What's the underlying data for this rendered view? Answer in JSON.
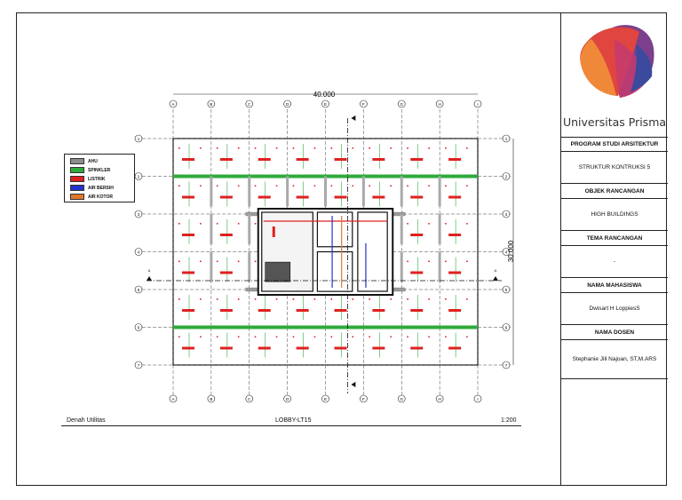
{
  "drawing": {
    "dimension_width": "40.000",
    "dimension_height": "30.000",
    "grid_columns": [
      "A",
      "B",
      "C",
      "D",
      "E",
      "F",
      "G",
      "H",
      "I"
    ],
    "grid_rows": [
      "1",
      "2",
      "3",
      "4",
      "5",
      "6",
      "7"
    ],
    "section_marker": "A"
  },
  "legend": {
    "items": [
      {
        "label": "AHU",
        "color": "#8c8c8c"
      },
      {
        "label": "SPINKLER",
        "color": "#2eaa3a"
      },
      {
        "label": "LISTRIK",
        "color": "#e02020"
      },
      {
        "label": "AIR BERSIH",
        "color": "#2233cc"
      },
      {
        "label": "AIR KOTOR",
        "color": "#e0782a"
      }
    ]
  },
  "caption": {
    "left": "Denah Utilitas",
    "center": "LOBBY-LT15",
    "right": "1:200"
  },
  "titleblock": {
    "logo_text": "Universitas Prisma",
    "program_studi": "PROGRAM STUDI ARSITEKTUR",
    "program_value": "STRUKTUR KONTRUKSI 5",
    "objek_label": "OBJEK RANCANGAN",
    "objek_value": "HIGH BUILDINGS",
    "tema_label": "TEMA RANCANGAN",
    "tema_value": "-",
    "mahasiswa_label": "NAMA MAHASISWA",
    "mahasiswa_value": "Dwisart H LoppiesS",
    "dosen_label": "NAMA DOSEN",
    "dosen_value": "Stephanie Jill Najoan, ST,M.ARS"
  }
}
